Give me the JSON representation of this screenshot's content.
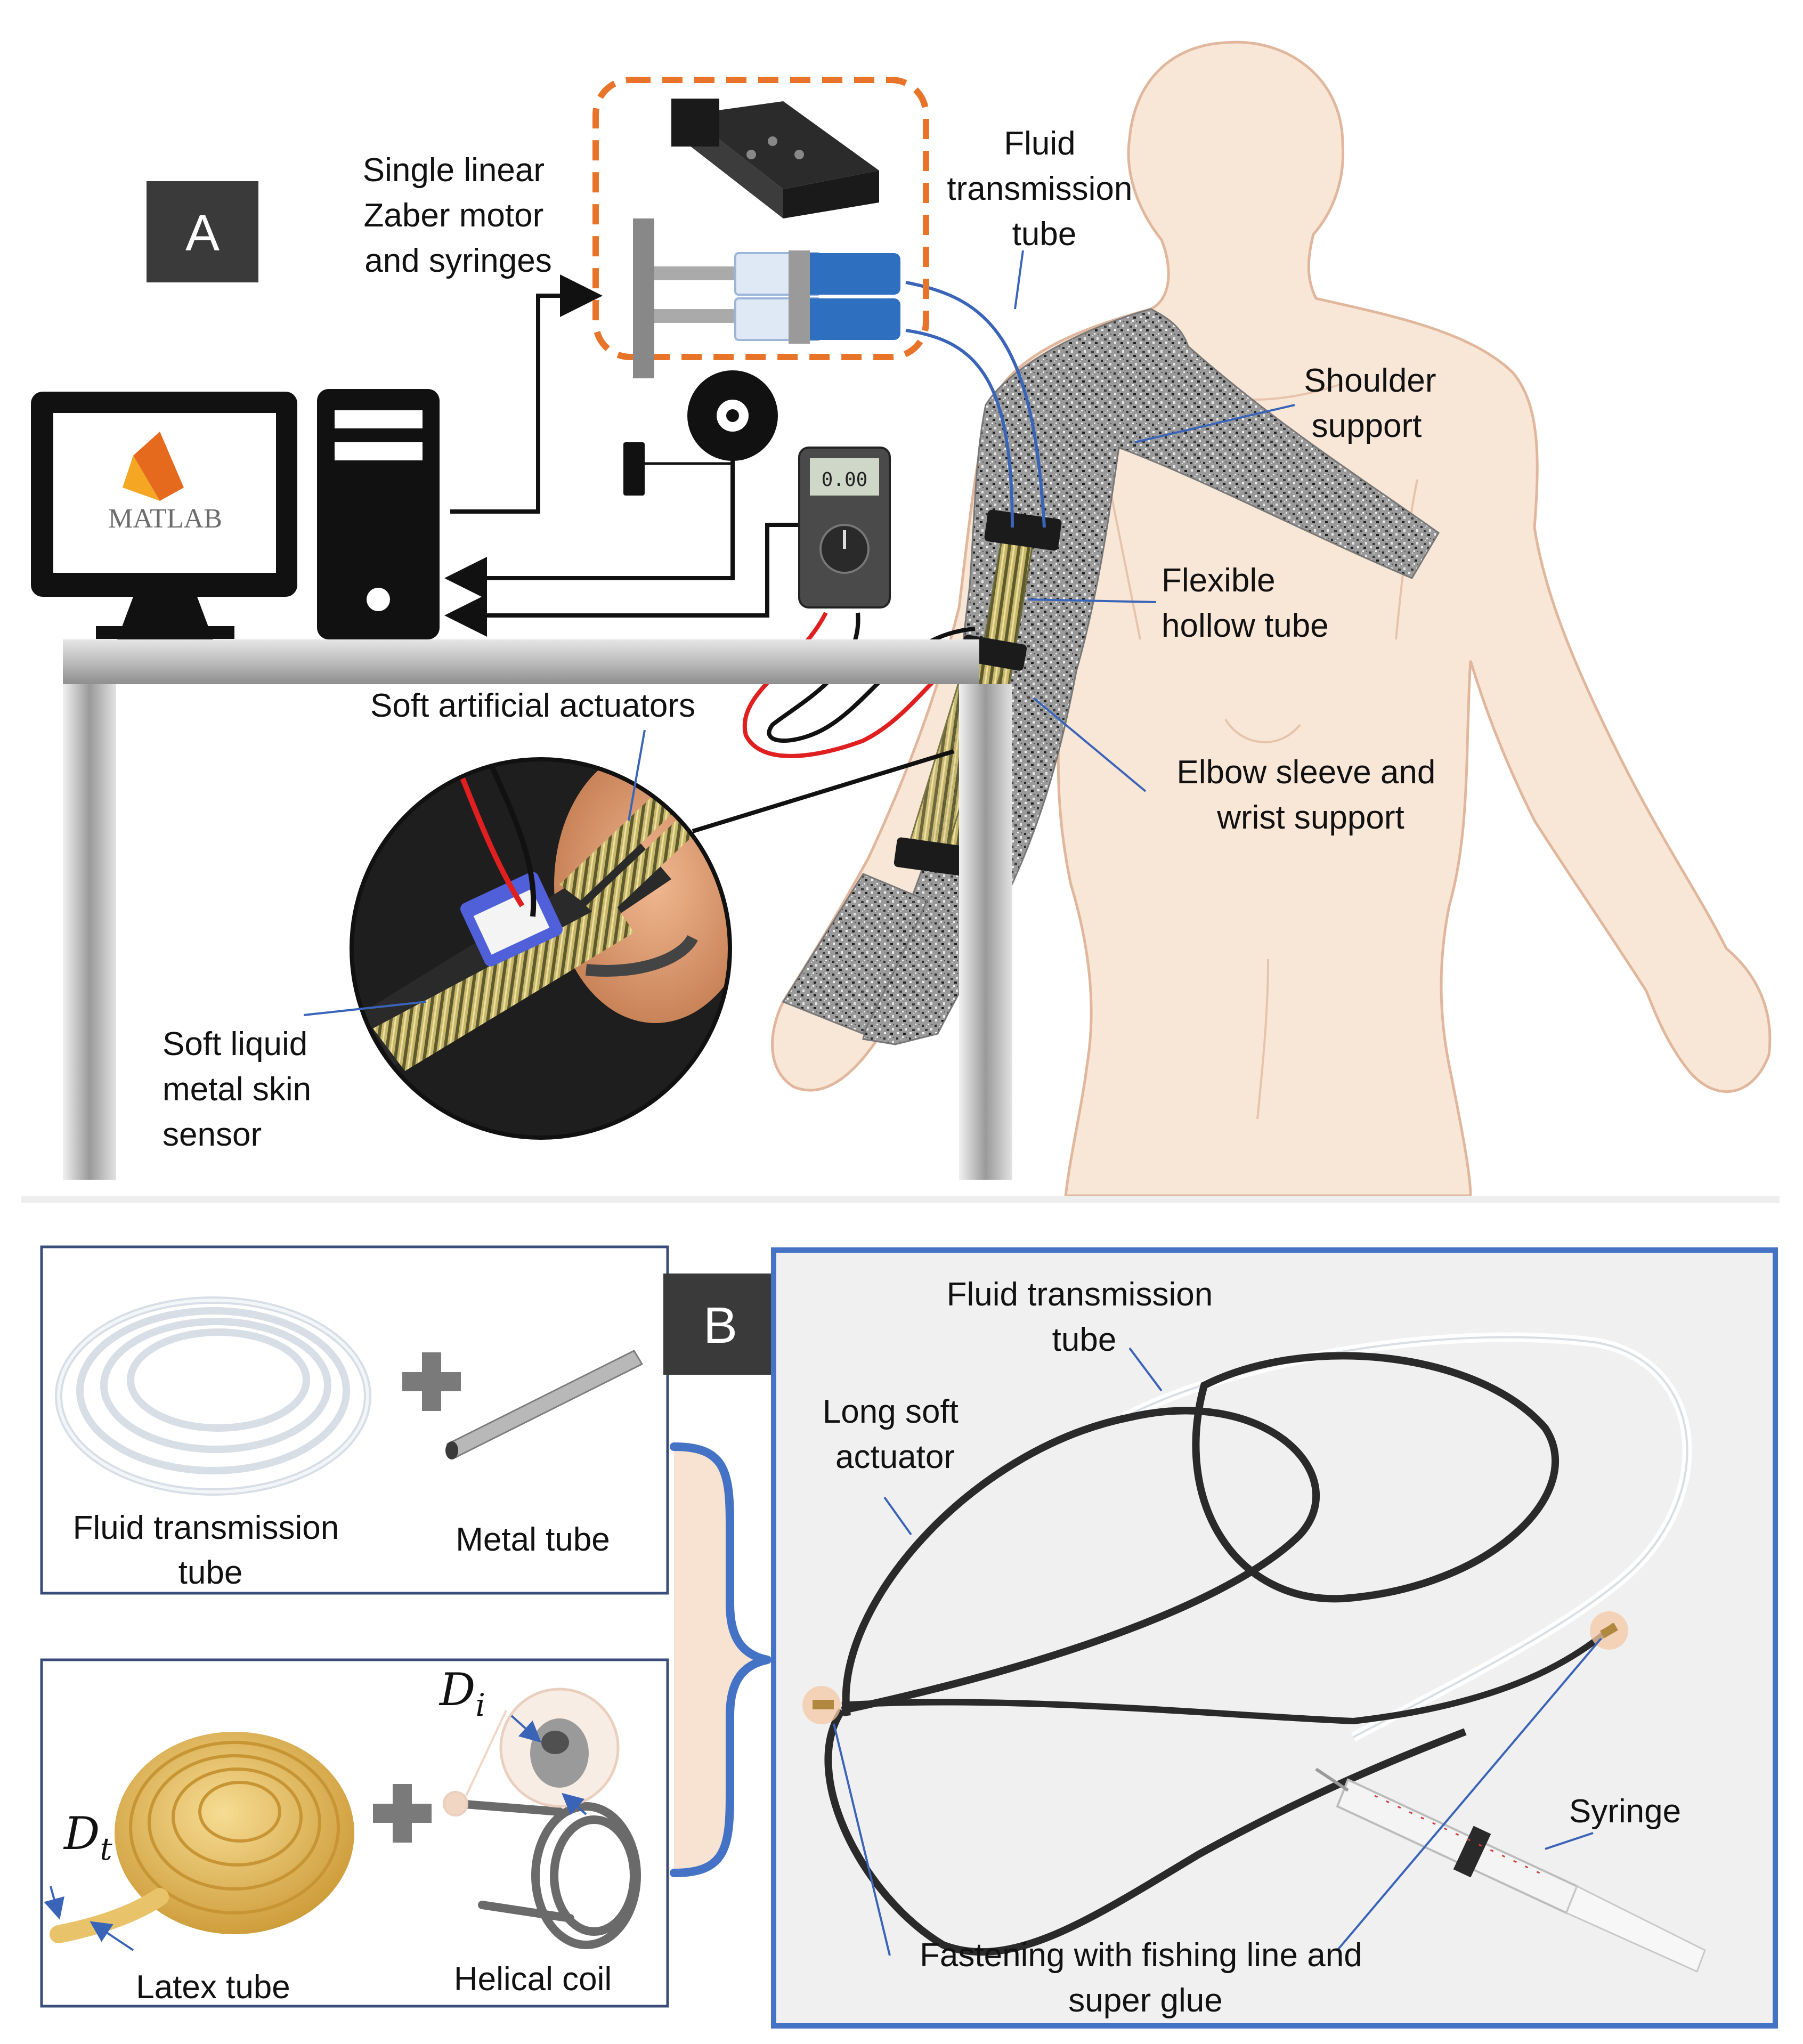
{
  "panels": {
    "a": {
      "letter": "A",
      "labels": {
        "motor": [
          "Single linear",
          "Zaber motor",
          "and syringes"
        ],
        "fluid_tube": [
          "Fluid",
          "transmission",
          "tube"
        ],
        "shoulder": [
          "Shoulder",
          "support"
        ],
        "flexible": [
          "Flexible",
          "hollow tube"
        ],
        "actuators": "Soft artificial actuators",
        "elbow": [
          "Elbow sleeve and",
          "wrist support"
        ],
        "sensor": [
          "Soft liquid",
          "metal skin",
          "sensor"
        ]
      },
      "software": "MATLAB",
      "multimeter_display": "0.00"
    },
    "b": {
      "letter": "B",
      "labels": {
        "fluid_tube_small": [
          "Fluid transmission",
          "tube"
        ],
        "metal_tube": "Metal tube",
        "latex_tube": "Latex tube",
        "helical_coil": "Helical coil",
        "dt": "D",
        "dt_sub": "t",
        "di": "D",
        "di_sub": "i",
        "fluid_tube_main": [
          "Fluid transmission",
          "tube"
        ],
        "long_actuator": [
          "Long soft",
          "actuator"
        ],
        "syringe": "Syringe",
        "fastening": [
          "Fastening with fishing line and",
          "super glue"
        ]
      }
    }
  },
  "colors": {
    "accent_orange": "#e8742a",
    "frame_blue": "#4472c4",
    "panel_label_bg": "#3a3a3a",
    "skin": "#f7e4d4",
    "skin_outline": "#e0b79c",
    "sleeve_gray": "#8a8a8a",
    "wire_red": "#e02020",
    "latex": "#e8c36a",
    "brace_fill": "#f8e2d2"
  }
}
